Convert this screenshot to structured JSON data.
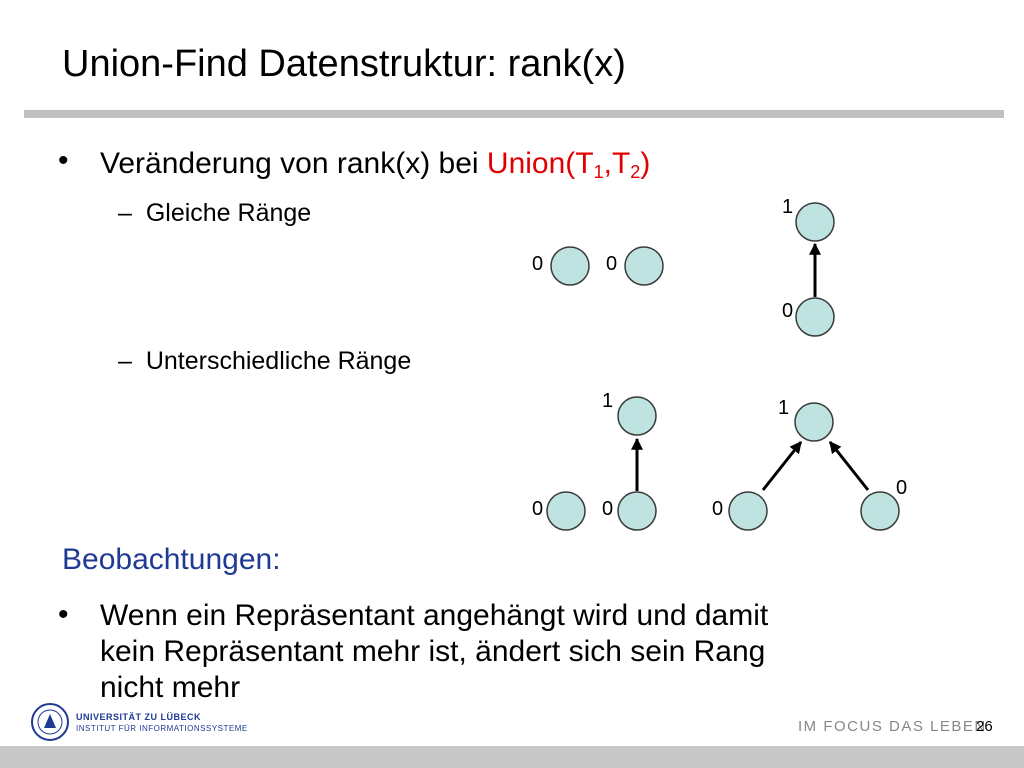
{
  "title": "Union-Find Datenstruktur: rank(x)",
  "bullet1": {
    "text": "Veränderung von rank(x) bei ",
    "union_prefix": "Union(T",
    "sub1": "1",
    "comma": ",T",
    "sub2": "2",
    "close": ")"
  },
  "sub_items": [
    {
      "dash": "–",
      "label": "Gleiche Ränge"
    },
    {
      "dash": "–",
      "label": "Unterschiedliche Ränge"
    }
  ],
  "observations": {
    "heading": "Beobachtungen:",
    "lines": [
      "Wenn ein Repräsentant angehängt wird und damit",
      "kein Repräsentant mehr ist, ändert sich sein Rang",
      "nicht mehr"
    ]
  },
  "diagram": {
    "rank_labels": {
      "equal_a": "0",
      "equal_b": "0",
      "equal_result_root": "1",
      "equal_result_child": "0",
      "diff_single": "0",
      "diff_tree_root": "1",
      "diff_tree_child": "0",
      "diff_result_root": "1",
      "diff_result_left": "0",
      "diff_result_right": "0"
    },
    "node_color": "#bfe3e0"
  },
  "footer": {
    "university": "UNIVERSITÄT ZU LÜBECK",
    "institute": "INSTITUT FÜR INFORMATIONSSYSTEME",
    "slogan": "IM FOCUS DAS LEBEN",
    "page_number": "26"
  }
}
